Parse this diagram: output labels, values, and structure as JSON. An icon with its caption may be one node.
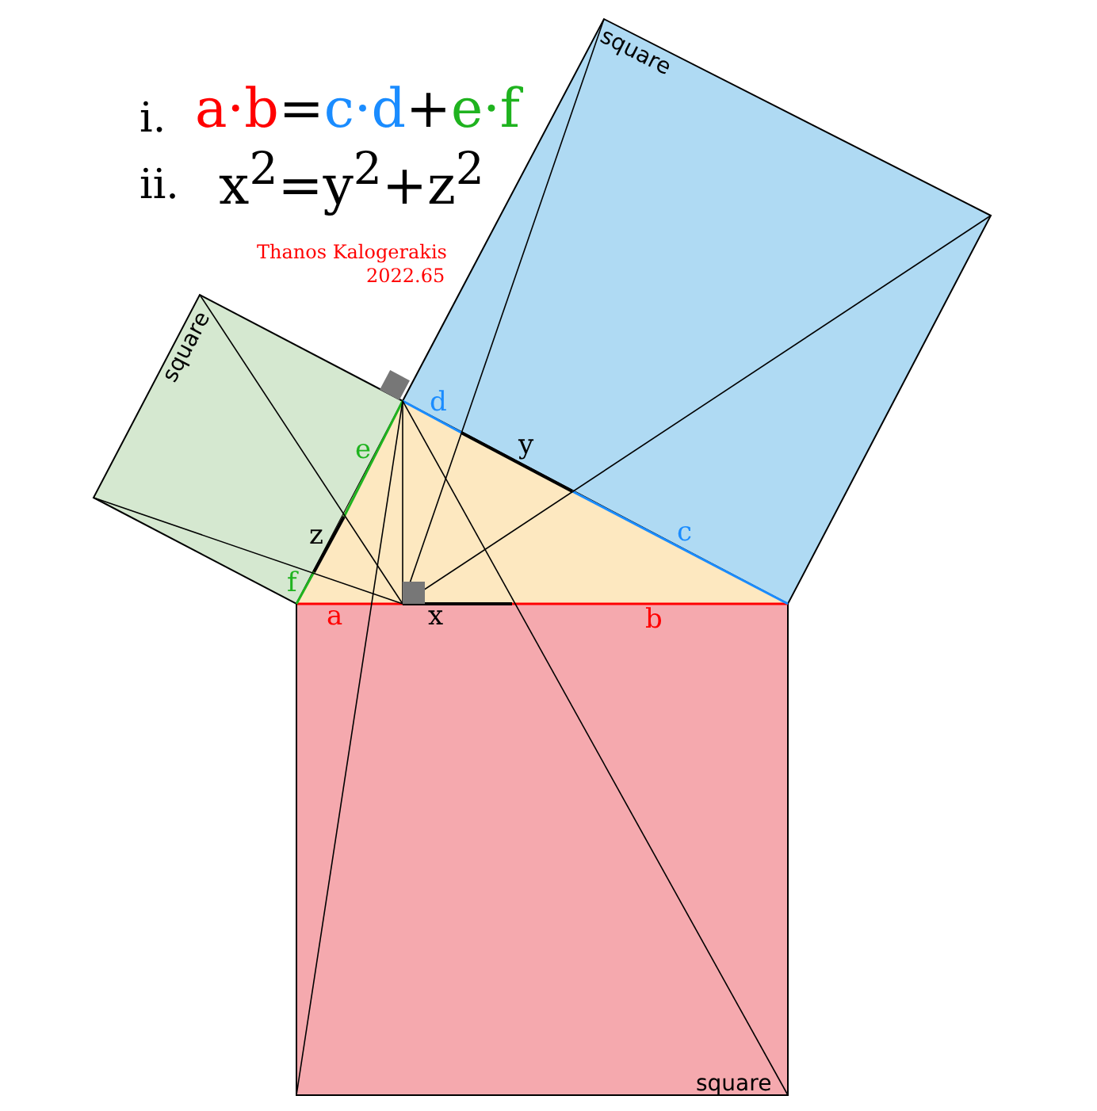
{
  "diagram": {
    "nodes": [
      {
        "text": [
          "square"
        ]
      },
      {
        "text": [
          "square"
        ]
      },
      {
        "text": [
          "square"
        ]
      }
    ],
    "labels": [
      "i.",
      "a·b=c·d+e·f",
      "ii.",
      "x$^{2}$=y$^{2}$+z$^{2}$",
      "Thanos Kalogerakis",
      "2022.65",
      "d",
      "e",
      "y",
      "z",
      "c",
      "f",
      "a",
      "x",
      "b"
    ]
  }
}
